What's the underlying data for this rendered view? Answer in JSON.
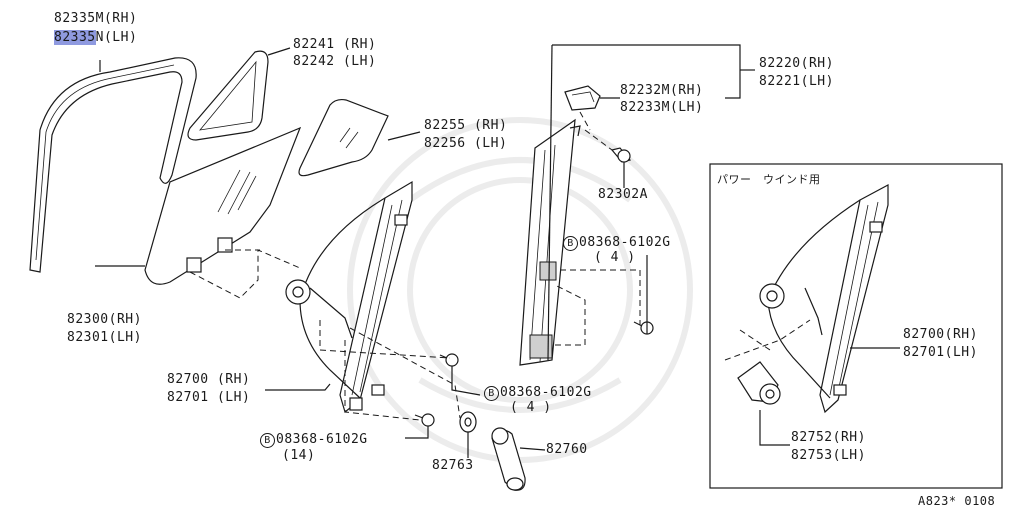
{
  "labels": {
    "p82335_rh": "82335M(RH)",
    "p82335_lh_hl": "82335",
    "p82335_lh_rest": "N(LH)",
    "p82241_rh": "82241 (RH)",
    "p82242_lh": "82242 (LH)",
    "p82255_rh": "82255 (RH)",
    "p82256_lh": "82256 (LH)",
    "p82300_rh": "82300(RH)",
    "p82301_lh": "82301(LH)",
    "p82700_rh": "82700 (RH)",
    "p82701_lh": "82701 (LH)",
    "p82220_rh": "82220(RH)",
    "p82221_lh": "82221(LH)",
    "p82232_rh": "82232M(RH)",
    "p82233_lh": "82233M(LH)",
    "p82302a": "82302A",
    "bolt_top_circle": "B",
    "bolt_top_num": "08368-6102G",
    "bolt_top_qty": "( 4 )",
    "bolt_mid_circle": "B",
    "bolt_mid_num": "08368-6102G",
    "bolt_mid_qty": "( 4 )",
    "bolt_bot_circle": "B",
    "bolt_bot_num": "08368-6102G",
    "bolt_bot_qty": "(14)",
    "p82763": "82763",
    "p82760": "82760",
    "inset_title": "パワー　ウインド用",
    "inset_82700_rh": "82700(RH)",
    "inset_82701_lh": "82701(LH)",
    "inset_82752_rh": "82752(RH)",
    "inset_82753_lh": "82753(LH)",
    "diagram_code": "A823* 0108"
  },
  "colors": {
    "ink": "#1a1a1a",
    "highlight": "#8f9ae0",
    "background": "#ffffff"
  }
}
